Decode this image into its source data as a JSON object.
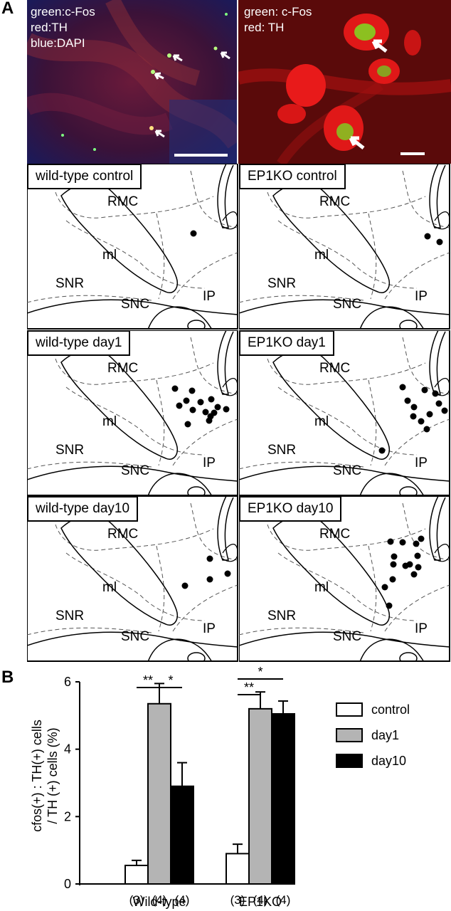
{
  "figure": {
    "panel_a_letter": "A",
    "panel_b_letter": "B",
    "micrograph_left": {
      "labels": [
        "green:c-Fos",
        "red:TH",
        "blue:DAPI"
      ]
    },
    "micrograph_right": {
      "labels": [
        "green: c-Fos",
        "red: TH"
      ]
    },
    "region_labels": {
      "rmc": "RMC",
      "ml": "ml",
      "snr": "SNR",
      "snc": "SNC",
      "ip": "IP"
    },
    "maps": [
      {
        "label": "wild-type control"
      },
      {
        "label": "EP1KO control"
      },
      {
        "label": "wild-type day1"
      },
      {
        "label": "EP1KO day1"
      },
      {
        "label": "wild-type day10"
      },
      {
        "label": "EP1KO day10"
      }
    ]
  },
  "chart_data": {
    "type": "bar",
    "ylabel": "cfos(+) : TH(+) cells / TH (+) cells (%)",
    "ylabel_lines": [
      "cfos(+) : TH(+) cells",
      "/ TH (+) cells (%)"
    ],
    "ylim": [
      0,
      6
    ],
    "yticks": [
      "0",
      "2",
      "4",
      "6"
    ],
    "groups": [
      "Wild-type",
      "EP1KO"
    ],
    "series": [
      {
        "name": "control",
        "color": "#ffffff",
        "values": [
          0.55,
          0.9
        ],
        "errors": [
          0.15,
          0.28
        ],
        "n": [
          "(3)",
          "(3)"
        ]
      },
      {
        "name": "day1",
        "color": "#b4b4b4",
        "values": [
          5.35,
          5.2
        ],
        "errors": [
          0.6,
          0.5
        ],
        "n": [
          "(4)",
          "(4)"
        ]
      },
      {
        "name": "day10",
        "color": "#000000",
        "values": [
          2.9,
          5.05
        ],
        "errors": [
          0.7,
          0.38
        ],
        "n": [
          "(4)",
          "(4)"
        ]
      }
    ],
    "significance": [
      {
        "group": 0,
        "from": 0,
        "to": 1,
        "label": "**"
      },
      {
        "group": 0,
        "from": 1,
        "to": 2,
        "label": "*"
      },
      {
        "group": 1,
        "from": 0,
        "to": 1,
        "label": "**"
      },
      {
        "group": 1,
        "from": 0,
        "to": 2,
        "label": "*"
      }
    ],
    "legend_position": "right"
  }
}
